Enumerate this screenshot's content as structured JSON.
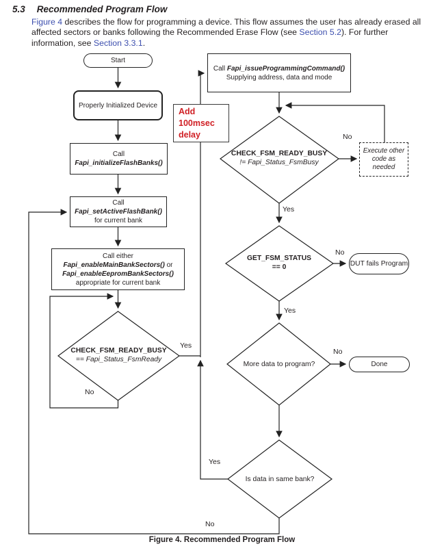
{
  "page": {
    "section_number": "5.3",
    "section_title": "Recommended Program Flow",
    "paragraph": {
      "link1": "Figure 4",
      "text1": " describes the flow for programming a device. This flow assumes the user has already erased all affected sectors or banks following the Recommended Erase Flow (see ",
      "link2": "Section 5.2",
      "text2": "). For further information, see ",
      "link3": "Section 3.3.1",
      "text3": "."
    },
    "caption": "Figure 4. Recommended Program Flow"
  },
  "colors": {
    "link_blue": "#3d4fae",
    "note_red": "#d02025",
    "line_black": "#222222"
  },
  "flowchart": {
    "nodes": {
      "start": {
        "label": "Start"
      },
      "init_device": {
        "label": "Properly Initialized Device"
      },
      "init_banks": {
        "line1": "Call",
        "fn": "Fapi_initializeFlashBanks()"
      },
      "set_active": {
        "line1": "Call",
        "fn": "Fapi_setActiveFlashBank()",
        "line3": "for current bank"
      },
      "enable_sectors": {
        "line1": "Call either",
        "fn1": "Fapi_enableMainBankSectors()",
        "or": "or",
        "fn2": "Fapi_enableEepromBankSectors()",
        "line4": "appropriate for current bank"
      },
      "check_ready": {
        "line1": "CHECK_FSM_READY_BUSY",
        "line2": "== Fapi_Status_FsmReady"
      },
      "issue_program": {
        "call": "Call",
        "fn": "Fapi_issueProgrammingCommand()",
        "line2": "Supplying address, data and mode"
      },
      "delay_note": {
        "line1": "Add",
        "line2": "100msec",
        "line3": "delay"
      },
      "check_busy": {
        "line1": "CHECK_FSM_READY_BUSY",
        "line2": "!= Fapi_Status_FsmBusy"
      },
      "execute_other": {
        "line1": "Execute other",
        "line2": "code as",
        "line3": "needed"
      },
      "get_status": {
        "line1": "GET_FSM_STATUS",
        "line2": "== 0"
      },
      "dut_fails": {
        "label": "DUT fails Program"
      },
      "more_data": {
        "label": "More data to program?"
      },
      "done": {
        "label": "Done"
      },
      "same_bank": {
        "label": "Is data in same bank?"
      }
    },
    "labels": {
      "yes1": "Yes",
      "no1": "No",
      "no2": "No",
      "yes2": "Yes",
      "no3": "No",
      "yes3": "Yes",
      "no4": "No",
      "yes4": "Yes",
      "no5": "No"
    }
  }
}
